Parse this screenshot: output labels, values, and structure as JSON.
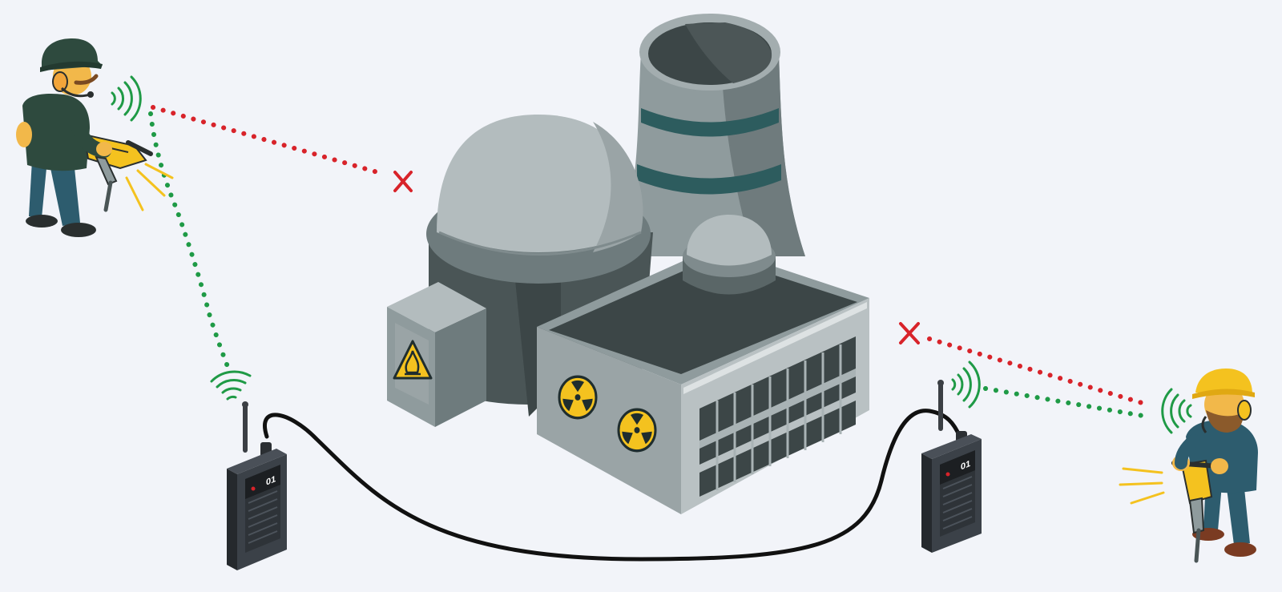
{
  "colors": {
    "background": "#f2f4f9",
    "link_ok": "#1f9a46",
    "link_blocked": "#d8232a",
    "cable": "#111111",
    "signal_waves": "#1f9a46",
    "hazard_yellow": "#f4c21f",
    "building_dark": "#4a5556",
    "building_mid": "#6e7b7d",
    "building_light": "#a9b3b5",
    "teal_stripe": "#2d5c5e"
  },
  "scene": {
    "worker_left": {
      "icon": "worker-with-jackhammer-icon",
      "helmet": "dark-green"
    },
    "worker_right": {
      "icon": "worker-with-jackhammer-icon",
      "helmet": "yellow"
    },
    "radio_left": {
      "icon": "two-way-radio-icon",
      "channel": "01"
    },
    "radio_right": {
      "icon": "two-way-radio-icon",
      "channel": "01"
    },
    "plant": {
      "icon": "nuclear-power-plant-icon",
      "hazard_signs": [
        "radiation-symbol-icon",
        "radiation-symbol-icon",
        "flammable-warning-icon"
      ]
    },
    "links": [
      {
        "from": "worker_left",
        "to": "radio_left",
        "status": "ok"
      },
      {
        "from": "worker_left",
        "to": "plant",
        "status": "blocked"
      },
      {
        "from": "worker_right",
        "to": "radio_right",
        "status": "ok"
      },
      {
        "from": "worker_right",
        "to": "plant",
        "status": "blocked"
      },
      {
        "from": "radio_left",
        "to": "radio_right",
        "status": "wired"
      }
    ]
  }
}
